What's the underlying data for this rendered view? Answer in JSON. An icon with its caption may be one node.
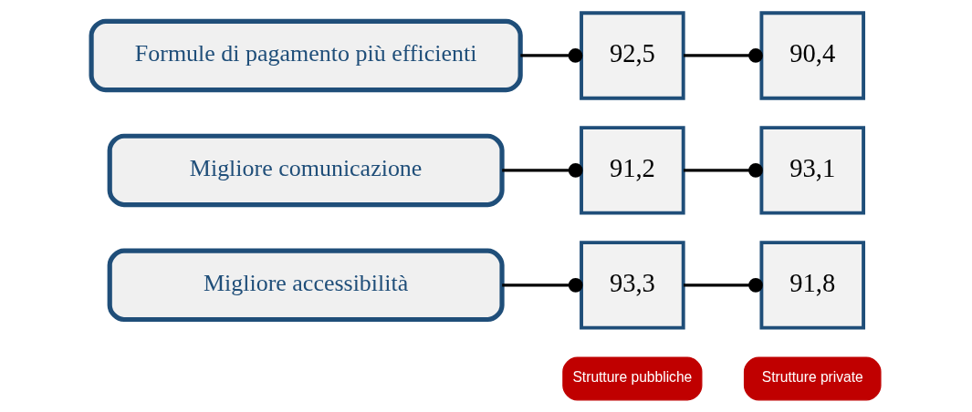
{
  "diagram": {
    "nodes": [
      {
        "text": [
          "Strutture pubbliche"
        ]
      },
      {
        "text": [
          "Strutture private"
        ]
      },
      {
        "text": [
          "Migliore accessibilità"
        ]
      },
      {
        "text": [
          "93,3"
        ]
      },
      {
        "text": [
          "91,8"
        ]
      },
      {
        "text": [
          "Migliore comunicazione"
        ]
      },
      {
        "text": [
          "91,2"
        ]
      },
      {
        "text": [
          "93,1"
        ]
      },
      {
        "text": [
          "Formule di pagamento più efficienti"
        ]
      },
      {
        "text": [
          "92,5"
        ]
      },
      {
        "text": [
          "90,4"
        ]
      }
    ],
    "edges": [
      {
        "from": 2,
        "to": 3,
        "arrow": "other"
      },
      {
        "from": 3,
        "to": 4,
        "arrow": "other"
      },
      {
        "from": 5,
        "to": 6,
        "arrow": "other"
      },
      {
        "from": 6,
        "to": 7,
        "arrow": "other"
      },
      {
        "from": 8,
        "to": 9,
        "arrow": "other"
      },
      {
        "from": 9,
        "to": 10,
        "arrow": "other"
      }
    ]
  }
}
